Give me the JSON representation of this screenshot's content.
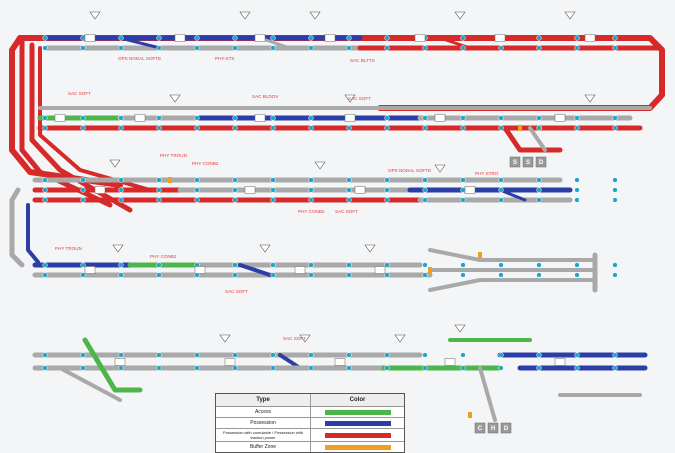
{
  "colors": {
    "access": "#4cb64c",
    "possession": "#2b3ea8",
    "possession_cut": "#d62a2a",
    "buffer": "#f0a020",
    "neutral": "#a9a9a9",
    "node_cyan": "#1fa6c9",
    "bg": "#f4f5f6"
  },
  "zone_labels": [
    {
      "id": "z1",
      "text": "OPS NODAL SOFTE"
    },
    {
      "id": "z2",
      "text": "PHY-STS"
    },
    {
      "id": "z3",
      "text": "SAC BLTTS"
    },
    {
      "id": "z4",
      "text": "SAC SOFT"
    },
    {
      "id": "z5",
      "text": "SAC BLDOV"
    },
    {
      "id": "z6",
      "text": "SAC SOFT"
    },
    {
      "id": "z7",
      "text": "PHY TROUN"
    },
    {
      "id": "z8",
      "text": "PHY CONB2"
    },
    {
      "id": "z9",
      "text": "OPS NODAL SOFTE"
    },
    {
      "id": "z10",
      "text": "PHY CONB2"
    },
    {
      "id": "z11",
      "text": "SAC SOFT"
    },
    {
      "id": "z12",
      "text": "PHY STRO"
    },
    {
      "id": "z13",
      "text": "SAC SOFT"
    },
    {
      "id": "z14",
      "text": "PHY TROUN"
    },
    {
      "id": "z15",
      "text": "PHY CONB2"
    },
    {
      "id": "z16",
      "text": "SAC SOFT"
    }
  ],
  "legend": {
    "header_type": "Type",
    "header_color": "Color",
    "rows": [
      {
        "type": "Access",
        "color": "#4cb64c"
      },
      {
        "type": "Possession",
        "color": "#2b3ea8"
      },
      {
        "type": "Possession with cumulable / Possession with traction power",
        "color": "#d62a2a"
      },
      {
        "type": "Buffer Zone",
        "color": "#f0a020"
      }
    ]
  },
  "platform_letters": [
    "S",
    "S",
    "D",
    "C",
    "H",
    "D"
  ]
}
